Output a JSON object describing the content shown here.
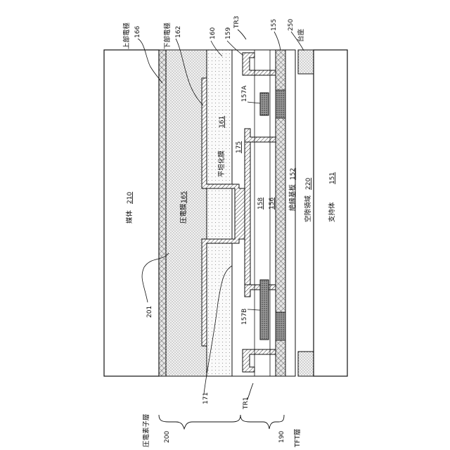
{
  "labels": {
    "upper_electrode": "上部電極",
    "upper_electrode_num": "166",
    "lower_electrode": "下部電極",
    "lower_electrode_num": "162",
    "n160": "160",
    "n159": "159",
    "tr3": "TR3",
    "n155": "155",
    "n250": "250",
    "pedestal": "台座",
    "medium": "媒体",
    "medium_num": "210",
    "piezo_film": "圧電膜",
    "piezo_film_num": "165",
    "planarization": "平坦化膜",
    "planarization_num": "161",
    "n175": "175",
    "n157a": "157A",
    "n158": "158",
    "n156": "156",
    "insulating_substrate": "絶縁基板",
    "insulating_substrate_num": "152",
    "gap_region": "空隙領域",
    "gap_region_num": "220",
    "support": "支持体",
    "support_num": "151",
    "n201": "201",
    "n157b": "157B",
    "n171": "171",
    "tr1": "TR1",
    "piezo_element_layer": "圧電素子層",
    "n200": "200",
    "n190": "190",
    "tft_layer": "TFT層"
  },
  "colors": {
    "line": "#111111",
    "dot_fill": "#e9e9e9",
    "dark_dot": "#6b6b6b",
    "hatch": "#555555"
  }
}
